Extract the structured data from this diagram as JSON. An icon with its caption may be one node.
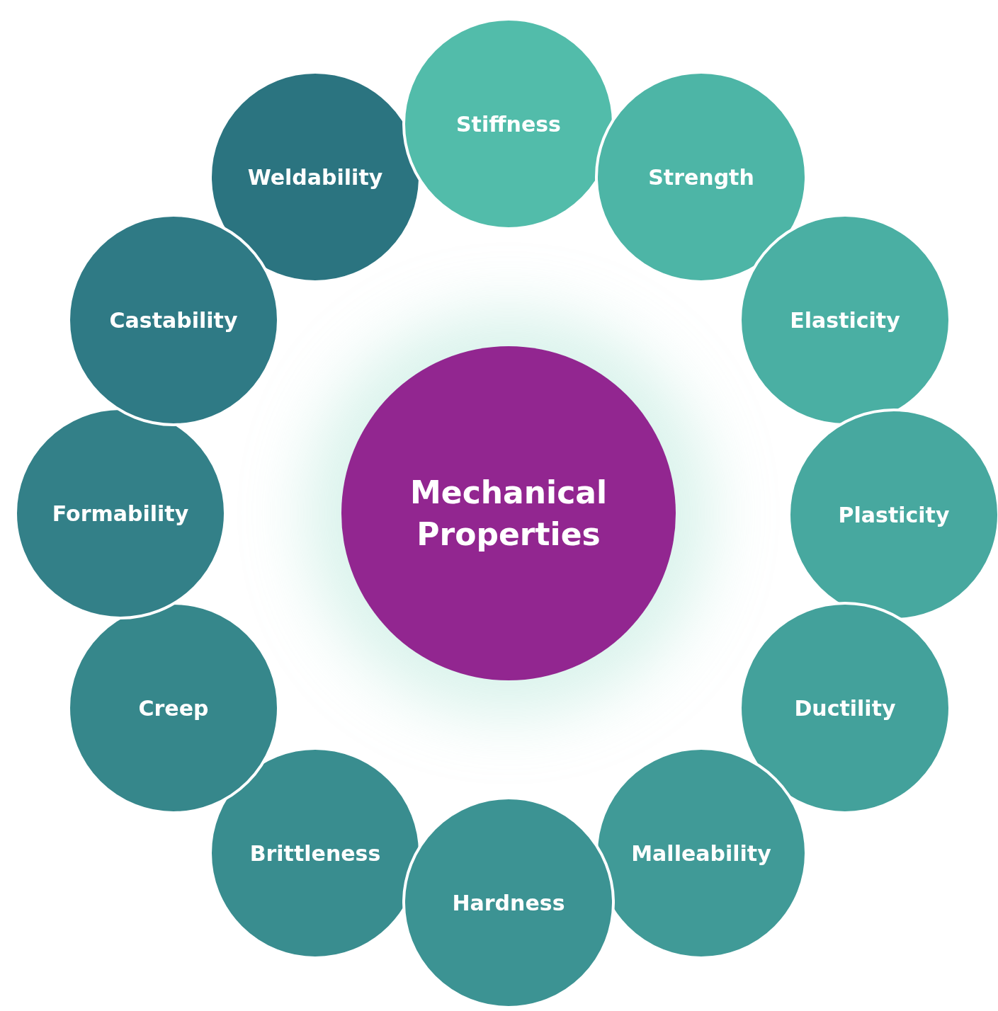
{
  "diagram": {
    "nodes": [
      {
        "text": [
          "Mechanical Properties"
        ]
      },
      {
        "text": [
          "Stiffness"
        ]
      },
      {
        "text": [
          "Strength"
        ]
      },
      {
        "text": [
          "Elasticity"
        ]
      },
      {
        "text": [
          "Plasticity"
        ]
      },
      {
        "text": [
          "Ductility"
        ]
      },
      {
        "text": [
          "Malleability"
        ]
      },
      {
        "text": [
          "Hardness"
        ]
      },
      {
        "text": [
          "Brittleness"
        ]
      },
      {
        "text": [
          "Creep"
        ]
      },
      {
        "text": [
          "Formability"
        ]
      },
      {
        "text": [
          "Castability"
        ]
      },
      {
        "text": [
          "Weldability"
        ]
      }
    ]
  }
}
